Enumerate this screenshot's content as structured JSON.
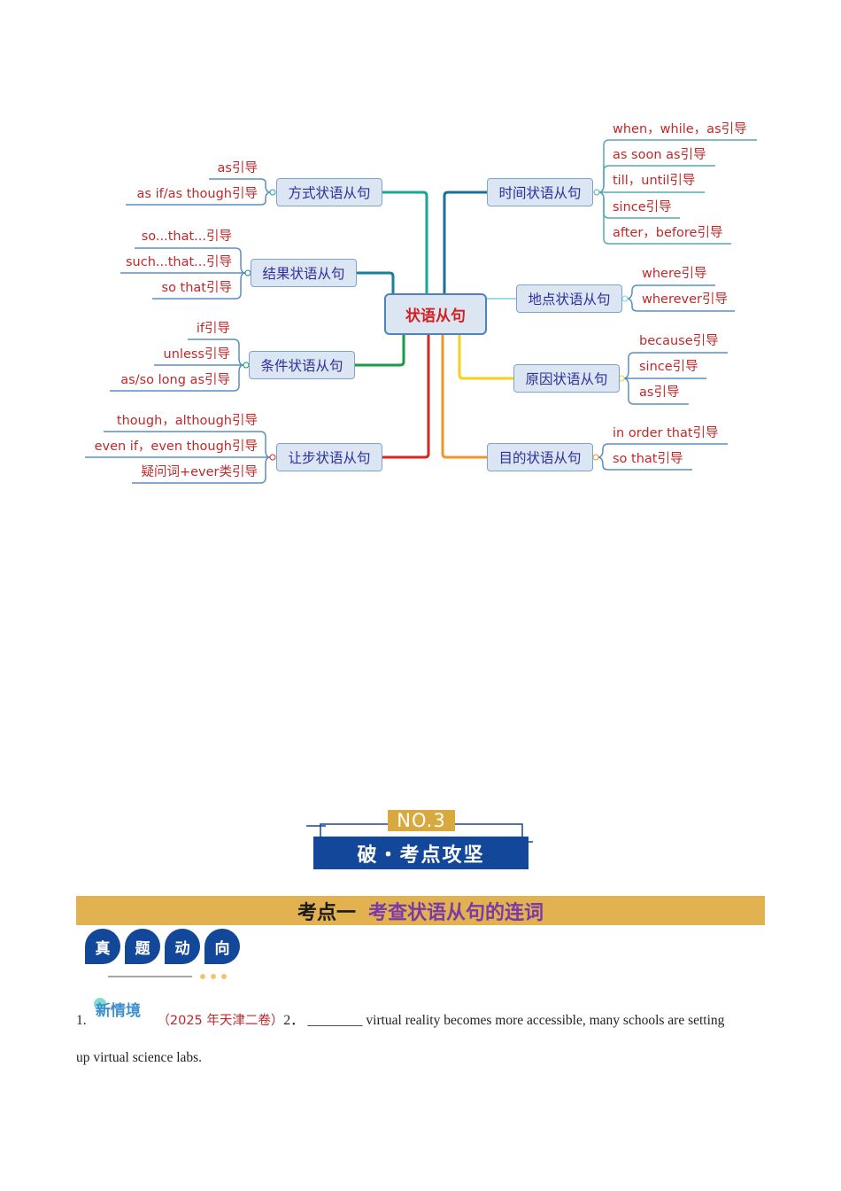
{
  "mindmap": {
    "root": "状语从句",
    "branches": {
      "manner": {
        "label": "方式状语从句",
        "items": [
          "as引导",
          "as if/as though引导"
        ]
      },
      "result": {
        "label": "结果状语从句",
        "items": [
          "so...that...引导",
          "such...that...引导",
          "so that引导"
        ]
      },
      "condition": {
        "label": "条件状语从句",
        "items": [
          "if引导",
          "unless引导",
          "as/so long as引导"
        ]
      },
      "concession": {
        "label": "让步状语从句",
        "items": [
          "though，although引导",
          "even if，even though引导",
          "疑问词+ever类引导"
        ]
      },
      "time": {
        "label": "时间状语从句",
        "items": [
          "when，while，as引导",
          "as soon as引导",
          "till，until引导",
          "since引导",
          "after，before引导"
        ]
      },
      "place": {
        "label": "地点状语从句",
        "items": [
          "where引导",
          "wherever引导"
        ]
      },
      "reason": {
        "label": "原因状语从句",
        "items": [
          "because引导",
          "since引导",
          "as引导"
        ]
      },
      "purpose": {
        "label": "目的状语从句",
        "items": [
          "in order that引导",
          "so that引导"
        ]
      }
    },
    "colors": {
      "root_text": "#d32020",
      "node_text": "#2e2e9e",
      "leaf_text": "#c0282a",
      "manner_line": "#1aa39a",
      "result_line": "#1a7f9a",
      "condition_line": "#1a9a4a",
      "concession_line": "#d9261c",
      "time_line": "#1a6f9a",
      "place_line": "#7fcfd9",
      "reason_line": "#f2d21a",
      "purpose_line": "#f0952a"
    }
  },
  "section_badge": {
    "number": "NO.3",
    "title": "破・考点攻坚"
  },
  "kaodian": {
    "prefix": "考点一",
    "title": "考查状语从句的连词"
  },
  "zhenti": {
    "chars": [
      "真",
      "题",
      "动",
      "向"
    ]
  },
  "question": {
    "number": "1.",
    "tag": "新情境",
    "source": "（2025 年天津二卷）",
    "sub_number": "2．",
    "blank": "________",
    "line1": "virtual reality becomes more accessible, many schools are setting",
    "line2": "up virtual science labs."
  }
}
